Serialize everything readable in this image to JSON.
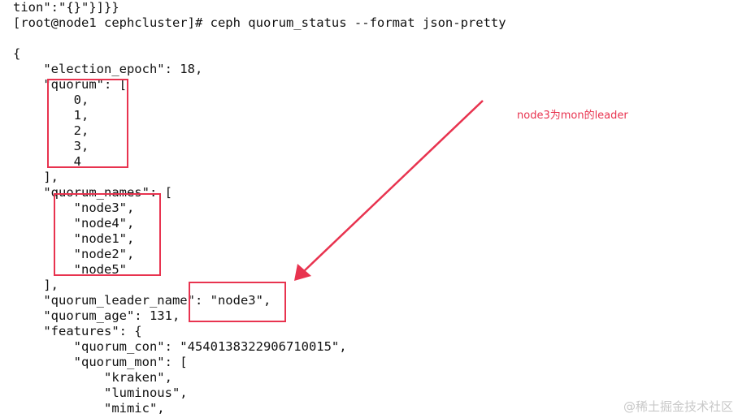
{
  "terminal": {
    "lines": [
      "tion\":\"{}\"}]}}",
      "[root@node1 cephcluster]# ceph quorum_status --format json-pretty",
      "",
      "{",
      "    \"election_epoch\": 18,",
      "    \"quorum\": [",
      "        0,",
      "        1,",
      "        2,",
      "        3,",
      "        4",
      "    ],",
      "    \"quorum_names\": [",
      "        \"node3\",",
      "        \"node4\",",
      "        \"node1\",",
      "        \"node2\",",
      "        \"node5\"",
      "    ],",
      "    \"quorum_leader_name\": \"node3\",",
      "    \"quorum_age\": 131,",
      "    \"features\": {",
      "        \"quorum_con\": \"4540138322906710015\",",
      "        \"quorum_mon\": [",
      "            \"kraken\",",
      "            \"luminous\",",
      "            \"mimic\","
    ]
  },
  "annotation": {
    "note": "node3为mon的leader",
    "color": "#e8334f"
  },
  "watermark": "@稀土掘金技术社区"
}
